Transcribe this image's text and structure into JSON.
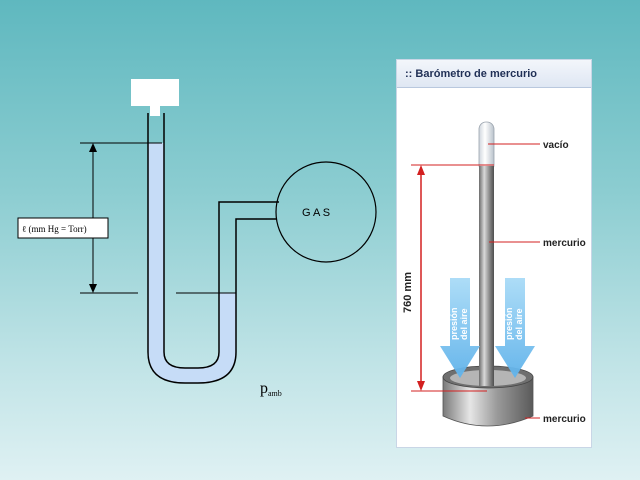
{
  "manometer": {
    "scale_label": "ℓ (mm Hg = Torr)",
    "gas_label": "G A S",
    "pressure_symbol": "p",
    "pressure_subscript": "amb"
  },
  "barometer": {
    "title": ":: Barómetro de mercurio",
    "height_label": "760 mm",
    "labels": {
      "vacuum": "vacío",
      "mercury_column": "mercurio",
      "mercury_dish": "mercurio"
    },
    "air_pressure_arrow_text": [
      "presión",
      "del aire"
    ]
  },
  "colors": {
    "background_top": "#5fb8bf",
    "background_bottom": "#dff1f3",
    "liquid": "#c6dcf7",
    "tube_outline": "#000000",
    "indicator_red": "#d32020",
    "arrow_blue": "#7fc3ef"
  }
}
